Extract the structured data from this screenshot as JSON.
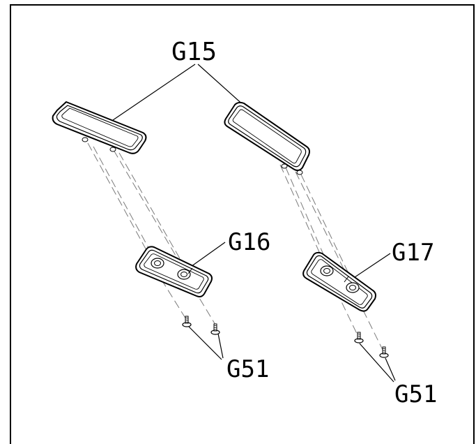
{
  "labels": {
    "g15": "G15",
    "g16": "G16",
    "g17": "G17",
    "g51_left": "G51",
    "g51_right": "G51"
  },
  "colors": {
    "ink": "#000000",
    "paper": "#ffffff",
    "guide": "#7a7a7a"
  }
}
